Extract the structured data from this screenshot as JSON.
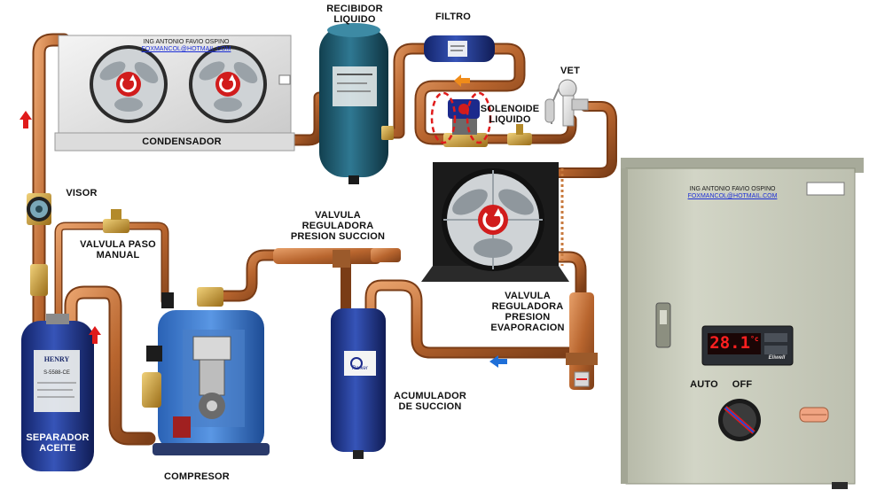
{
  "credit": {
    "author": "ING ANTONIO FAVIO OSPINO",
    "email": "FOXMANCOL@HOTMAIL.COM"
  },
  "labels": {
    "receiver": "RECIBIDOR LIQUIDO",
    "filter": "FILTRO",
    "vet": "VET",
    "solenoid": "SOLENOIDE LIQUIDO",
    "condenser": "CONDENSADOR",
    "sight_glass": "VISOR",
    "manual_valve": "VALVULA PASO MANUAL",
    "suction_regulator": "VALVULA REGULADORA PRESION SUCCION",
    "evap_regulator": "VALVULA REGULADORA PRESION EVAPORACION",
    "accumulator": "ACUMULADOR DE SUCCION",
    "compressor": "COMPRESOR",
    "oil_separator": "SEPARADOR ACEITE"
  },
  "panel": {
    "mode_auto": "AUTO",
    "mode_off": "OFF",
    "display": "28.1",
    "unit": "°c",
    "brand": "Eliwell"
  },
  "separator_tag": {
    "brand": "HENRY",
    "model": "S-5588-CE"
  },
  "accumulator_tag": "Parker",
  "colors": {
    "copper": "#c87a3e",
    "hot_arrow": "#e01b1b",
    "liquid_arrow": "#f08c1a",
    "suction_arrow": "#1f6fd8",
    "panel": "#c9ccbe",
    "display": "#e81010"
  }
}
